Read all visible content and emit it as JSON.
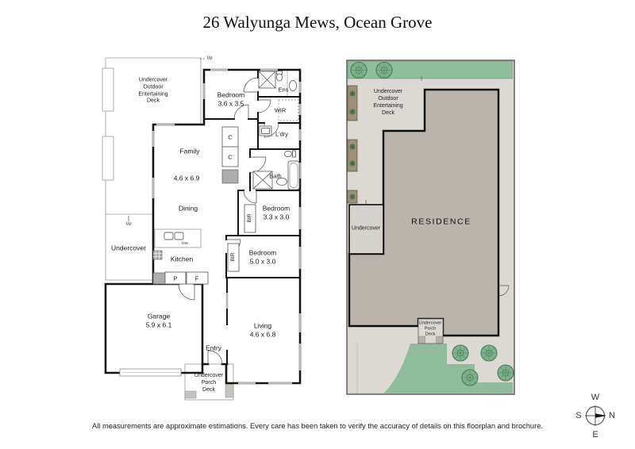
{
  "title": "26 Walyunga Mews, Ocean Grove",
  "disclaimer": "All measurements are approximate estimations. Every care has been taken to verify the accuracy of details on this floorplan and brochure.",
  "floorplan": {
    "labels": {
      "deck": "Undercover\nOutdoor\nEntertaining\nDeck",
      "up_deck": "Up",
      "bedroom1": "Bedroom\n3.6 x 3.5",
      "ens": "Ens",
      "wir": "WIR",
      "laundry": "L'dry",
      "bath": "Bath",
      "family": "Family",
      "family_size": "4.6 x 6.9",
      "dining": "Dining",
      "undercover": "Undercover",
      "up_undercover": "Up",
      "kitchen": "Kitchen",
      "dishwasher": "DW",
      "pantry": "P",
      "fridge": "F",
      "cupboard1": "C",
      "cupboard2": "C",
      "bedroom2": "Bedroom\n3.3 x 3.0",
      "bir2": "BIR",
      "bedroom3": "Bedroom\n5.0 x 3.0",
      "bir3": "BIR",
      "garage": "Garage\n5.9 x 6.1",
      "entry": "Entry",
      "living": "Living\n4.6 x 6.8",
      "porch": "Undercover\nPorch\nDeck"
    }
  },
  "siteplan": {
    "labels": {
      "deck": "Undercover\nOutdoor\nEntertaining\nDeck",
      "undercover": "Undercover",
      "residence": "RESIDENCE",
      "porch": "Undercover\nPorch\nDeck"
    },
    "colors": {
      "ground": "#dcd9d4",
      "lawn": "#8fbc9a",
      "residence_fill": "#bab4ad",
      "planter": "#9d9077",
      "tree": "#7eb28c"
    }
  },
  "compass": {
    "n": "N",
    "s": "S",
    "e": "E",
    "w": "W"
  }
}
